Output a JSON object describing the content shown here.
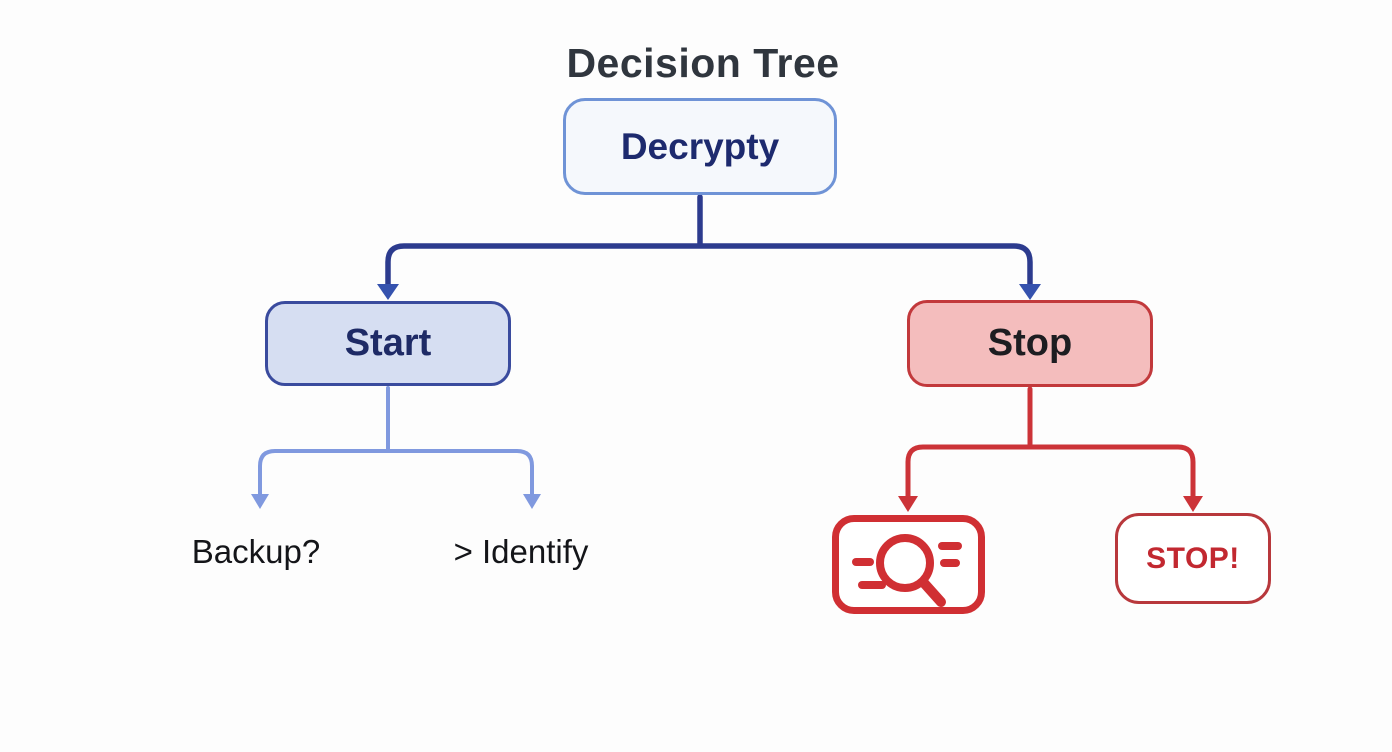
{
  "title": "Decision Tree",
  "nodes": {
    "root": {
      "label": "Decrypty"
    },
    "start": {
      "label": "Start"
    },
    "stop": {
      "label": "Stop"
    },
    "backup": {
      "label": "Backup?"
    },
    "identify": {
      "label": "> Identify"
    },
    "stop_leaf": {
      "label": "STOP!"
    }
  },
  "icons": {
    "search": "search-icon"
  },
  "colors": {
    "background": "#fdfdfd",
    "title_text": "#30363e",
    "navy_edge": "#2c3b8e",
    "navy_arrow": "#3552ae",
    "root_border": "#6f93d6",
    "root_fill": "#f5f8fc",
    "root_text": "#1d2a6e",
    "start_border": "#3a4b9e",
    "start_fill": "#d6def2",
    "start_text": "#1e2a66",
    "stop_border": "#c2393c",
    "stop_fill": "#f4bdbd",
    "stop_text": "#1d1d21",
    "branch_blue": "#8099df",
    "branch_red": "#cc3338",
    "icon_red": "#d02f33",
    "leaf_text": "#141519",
    "stop_leaf_border": "#b8383c",
    "stop_leaf_text": "#c22830"
  }
}
